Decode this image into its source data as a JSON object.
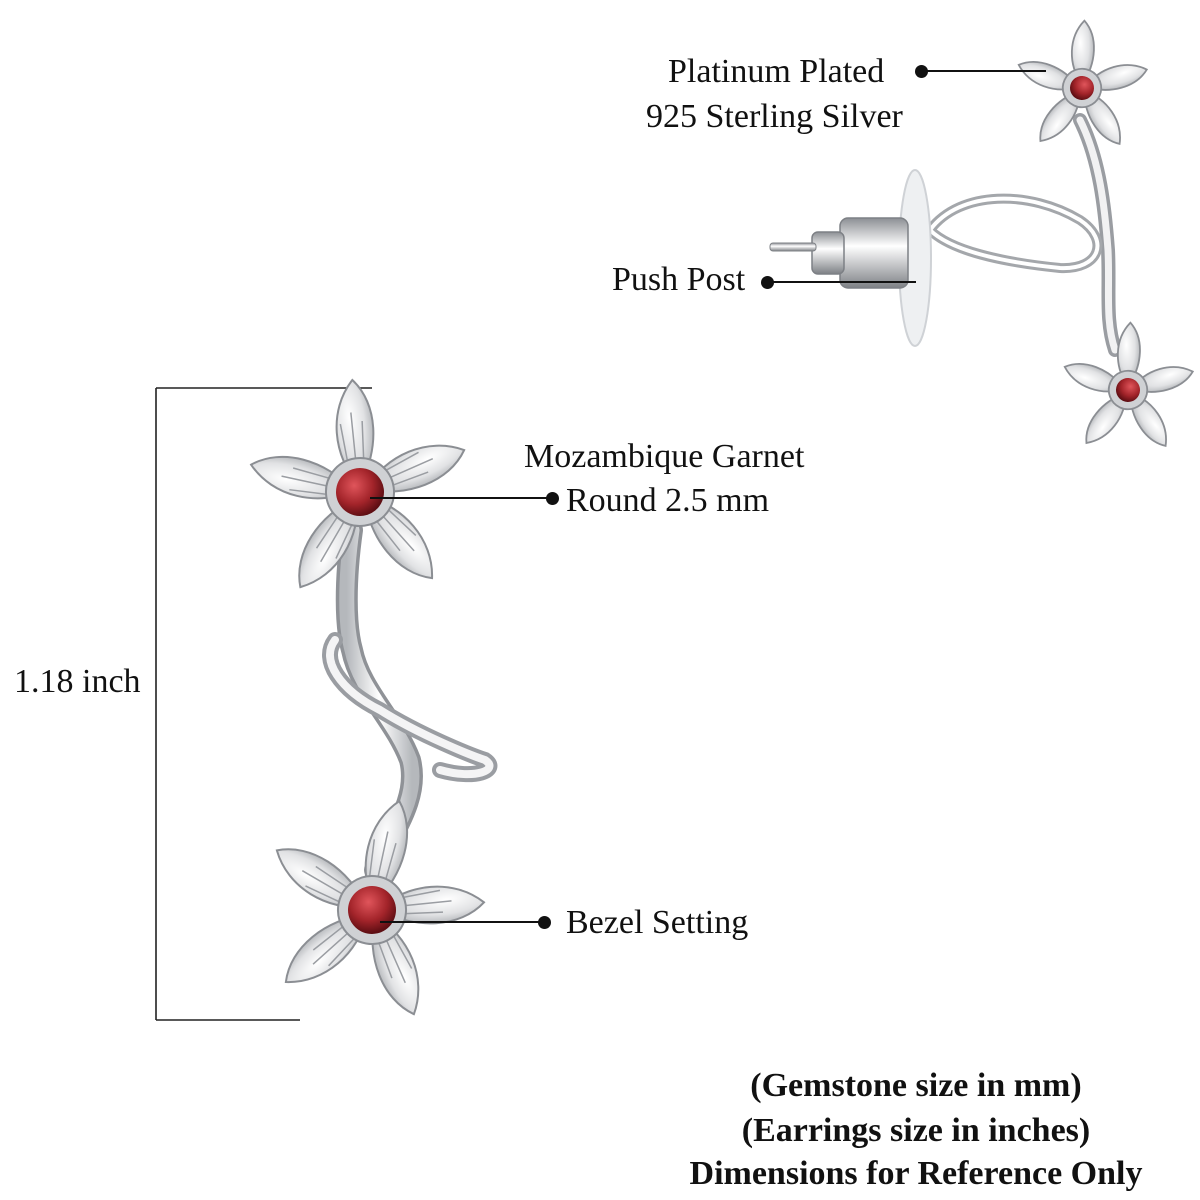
{
  "callouts": {
    "material_line1": "Platinum Plated",
    "material_line2": "925 Sterling Silver",
    "post": "Push Post",
    "gem_line1": "Mozambique Garnet",
    "gem_line2": "Round 2.5 mm",
    "setting": "Bezel Setting"
  },
  "dimension": {
    "height_label": "1.18 inch"
  },
  "notes": {
    "line1": "(Gemstone size in mm)",
    "line2": "(Earrings size in inches)",
    "line3": "Dimensions for Reference Only"
  },
  "colors": {
    "silver": "#d9dadc",
    "silver_dark": "#9ea1a6",
    "garnet": "#a3242a",
    "text": "#111111"
  }
}
